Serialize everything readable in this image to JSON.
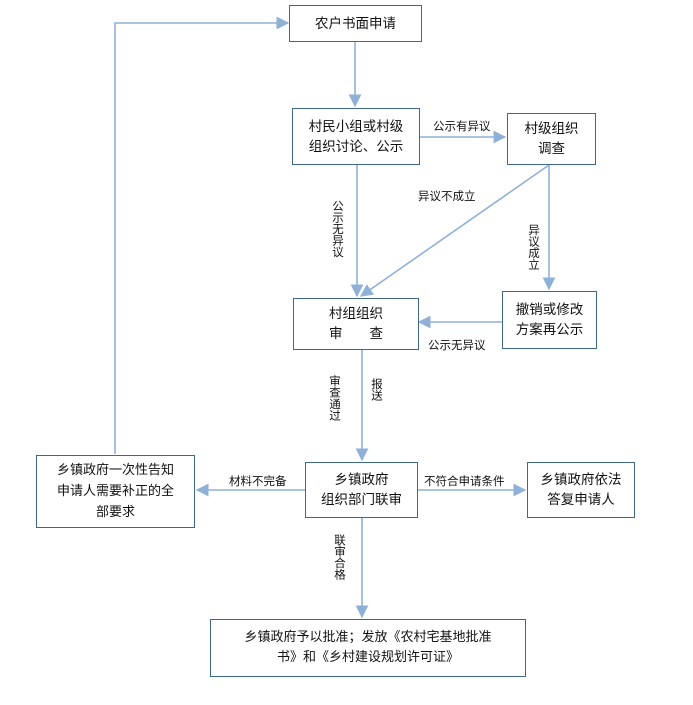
{
  "colors": {
    "line": "#8fb1d8",
    "box_border": "#3f6890",
    "text": "#111111"
  },
  "nodes": {
    "apply": [
      "农户书面申请"
    ],
    "discuss": [
      "村民小组或村级",
      "组织讨论、公示"
    ],
    "investigate": [
      "村级组织",
      "调查"
    ],
    "review": [
      "村组组织",
      "审　　查"
    ],
    "revise": [
      "撤销或修改",
      "方案再公示"
    ],
    "joint": [
      "乡镇政府",
      "组织部门联审"
    ],
    "notify": [
      "乡镇政府一次性告知",
      "申请人需要补正的全",
      "部要求"
    ],
    "reply": [
      "乡镇政府依法",
      "答复申请人"
    ],
    "approve": [
      "乡镇政府予以批准；发放《农村宅基地批准",
      "书》和《乡村建设规划许可证》"
    ]
  },
  "edge_labels": {
    "objection": "公示有异议",
    "no_objection_1": "公示无异议",
    "objection_invalid": "异议不成立",
    "objection_valid": "异议成立",
    "no_objection_2": "公示无异议",
    "review_passed": "审查通过",
    "submit": "报送",
    "incomplete": "材料不完备",
    "not_qualified": "不符合申请条件",
    "joint_passed": "联审合格"
  }
}
